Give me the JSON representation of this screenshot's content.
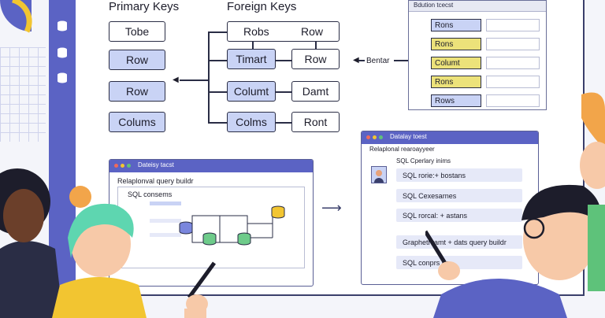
{
  "headings": {
    "primary": "Primary Keys",
    "foreign": "Foreign Keys"
  },
  "primary_keys": [
    {
      "label": "Tobe",
      "style": "white"
    },
    {
      "label": "Row",
      "style": "blue"
    },
    {
      "label": "Row",
      "style": "blue"
    },
    {
      "label": "Colums",
      "style": "blue"
    }
  ],
  "foreign_header": {
    "left": "Robs",
    "right": "Row"
  },
  "foreign_left": [
    "Timart",
    "Columt",
    "Colms"
  ],
  "foreign_right": [
    "Row",
    "Damt",
    "Ront"
  ],
  "bentar_label": "Bentar",
  "right_panel": {
    "title": "Bdution tcecst",
    "rows": [
      {
        "label": "Rons",
        "color": "#c9d3f5"
      },
      {
        "label": "Rons",
        "color": "#ece27a"
      },
      {
        "label": "Columt",
        "color": "#ece27a"
      },
      {
        "label": "Rons",
        "color": "#ece27a"
      },
      {
        "label": "Rows",
        "color": "#c9d3f5"
      }
    ]
  },
  "left_window": {
    "title": "Dateisy tacst",
    "subtitle": "Relaplonval query buildr",
    "field": "SQL consems"
  },
  "right_window": {
    "title": "Datalay toest",
    "subtitle": "Relaplonal rearoayyeer",
    "items": [
      "SQL rorie:+ bostans",
      "SQL Cexesarnes",
      "SQL rorcal: + astans",
      "Graphetl ramt + dats query buildr",
      "SQL conprs ns"
    ],
    "label_top": "SQL Cperlary inims"
  },
  "colors": {
    "accent": "#5b63c4",
    "yellow": "#f2c531",
    "light_blue": "#c9d3f5"
  }
}
